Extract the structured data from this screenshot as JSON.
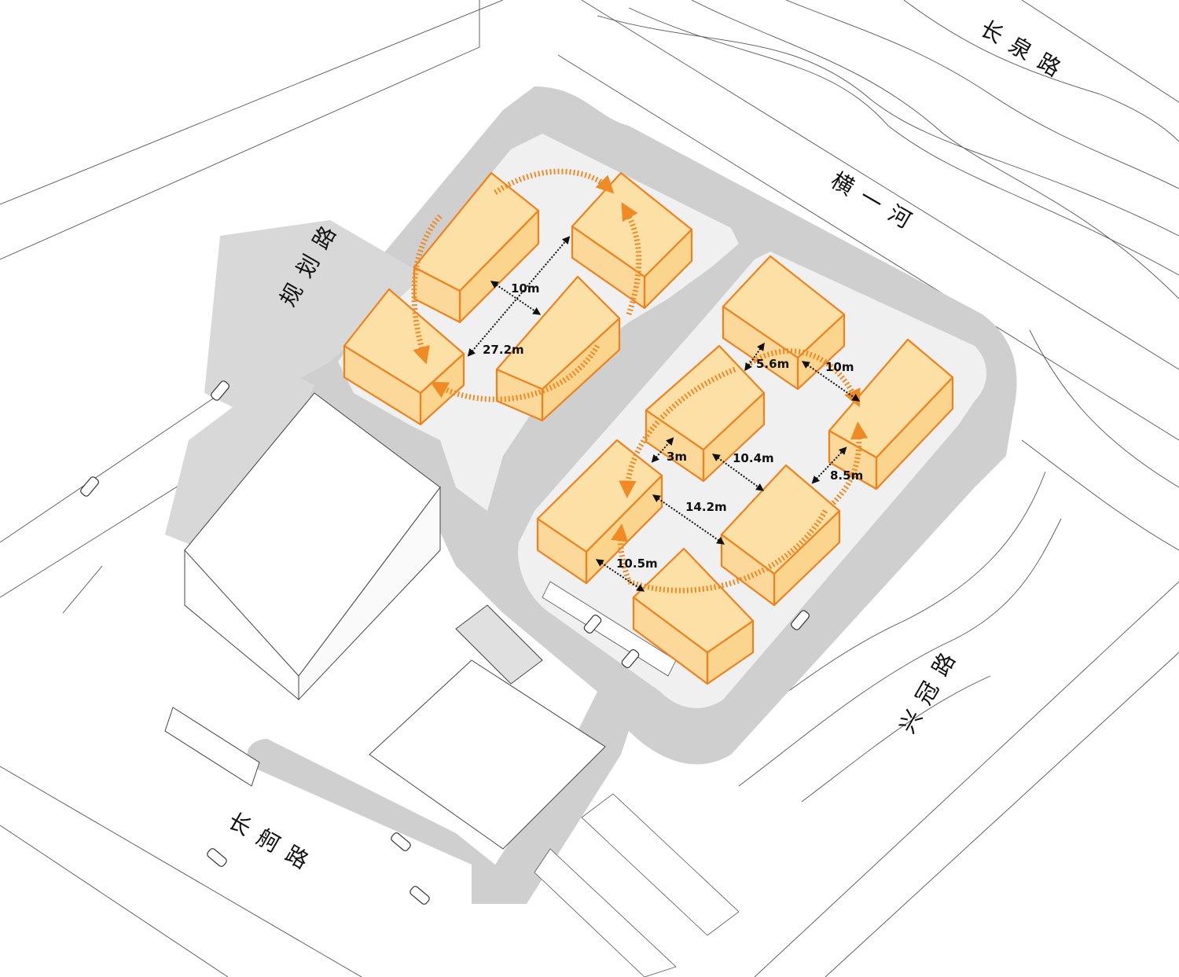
{
  "roads": {
    "changquan": "长泉路",
    "hengyihe": "横一河",
    "guihua": "规划路",
    "xingguan": "兴冠路",
    "changzhou": "长舸路"
  },
  "dimensions": {
    "d1": "10m",
    "d2": "27.2m",
    "d3": "5.6m",
    "d4": "10m",
    "d5": "3m",
    "d6": "10.4m",
    "d7": "8.5m",
    "d8": "14.2m",
    "d9": "10.5m"
  },
  "colors": {
    "building_fill": "#fde0a6",
    "building_stroke": "#f0821e",
    "road": "#cfcfcf",
    "arrow": "#f08a24",
    "dimension": "#111111"
  }
}
